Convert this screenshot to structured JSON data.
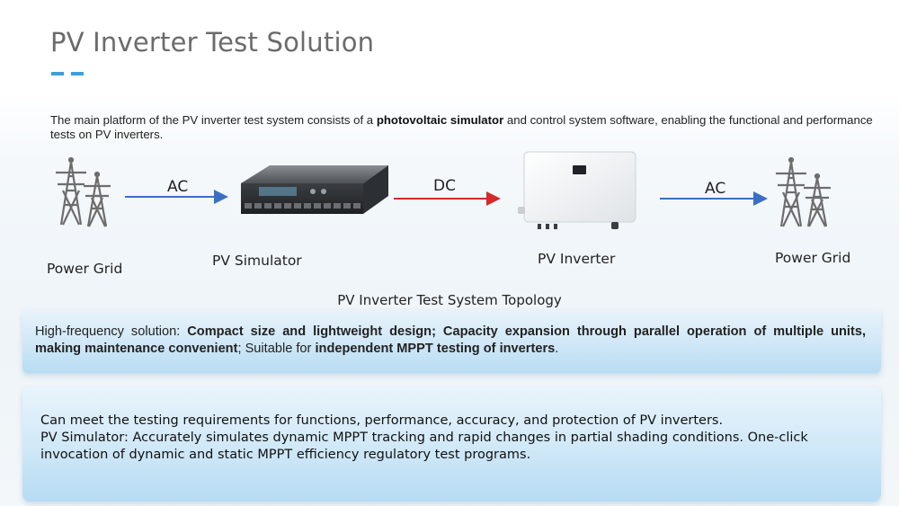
{
  "title": "PV Inverter Test Solution",
  "accent_color": "#3aa0dc",
  "intro": {
    "part1": "The main platform of the PV inverter test system consists of a ",
    "bold1": "photovoltaic simulator",
    "part2": " and control system software, enabling the functional and performance tests on PV inverters."
  },
  "topology": {
    "nodes": {
      "grid_left": "Power Grid",
      "simulator": "PV Simulator",
      "inverter": "PV Inverter",
      "grid_right": "Power Grid"
    },
    "arrows": {
      "left": "AC",
      "middle": "DC",
      "right": "AC"
    },
    "arrow_colors": {
      "ac": "#3a6fc4",
      "dc": "#d42a2a"
    },
    "caption": "PV Inverter Test System Topology"
  },
  "highlight_box": {
    "t1": "High-frequency solution: ",
    "b1": "Compact size and lightweight design; Capacity expansion through parallel operation of multiple units, making maintenance convenient",
    "t2": "; Suitable for ",
    "b2": "independent MPPT testing of inverters",
    "t3": "."
  },
  "details_box": {
    "line1": "Can meet the testing requirements for functions, performance, accuracy, and protection of PV inverters.",
    "line2": "PV Simulator: Accurately simulates dynamic MPPT tracking and rapid changes in partial shading conditions. One-click invocation of dynamic and static MPPT efficiency regulatory test programs."
  }
}
